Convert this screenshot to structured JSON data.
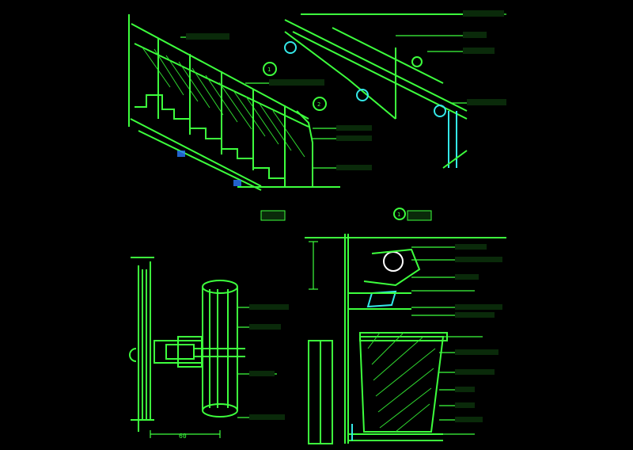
{
  "drawing": {
    "background": "#000000",
    "line_color": "#3dff3d",
    "accent_color": "#34e8e8",
    "marker_color": "#3de6ff"
  },
  "views": {
    "elevation_title": "",
    "section_title": "",
    "section_marker": "1",
    "callout_markers": [
      "1",
      "2"
    ]
  },
  "dimensions": {
    "bottom_left": "60",
    "side_left": "",
    "detail_right": ""
  }
}
